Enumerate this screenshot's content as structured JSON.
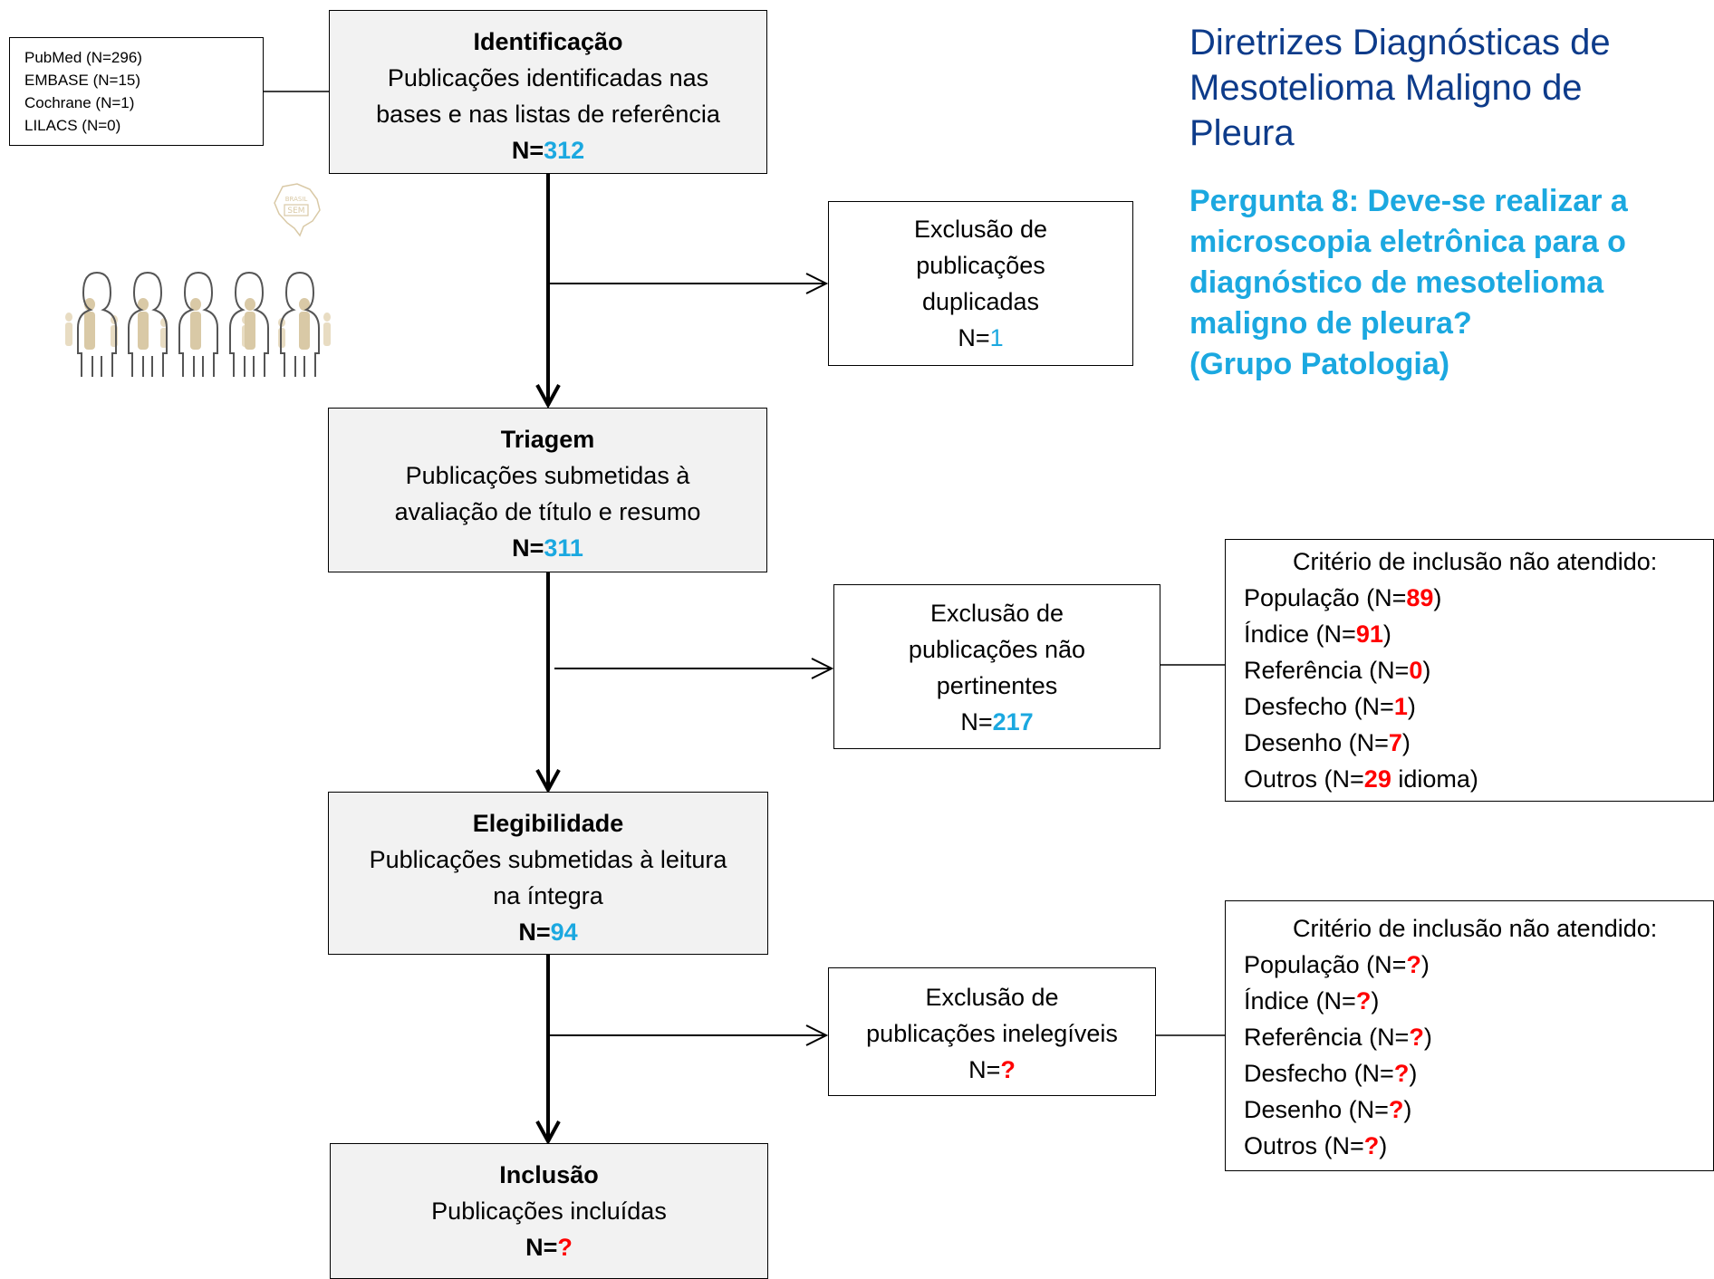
{
  "title": "Diretrizes Diagnósticas de Mesotelioma Maligno de Pleura",
  "question": [
    "Pergunta 8: Deve-se realizar a",
    "microscopia eletrônica para o",
    "diagnóstico de mesotelioma",
    "maligno de pleura?",
    "(Grupo Patologia)"
  ],
  "sources": [
    "PubMed (N=296)",
    "EMBASE (N=15)",
    "Cochrane (N=1)",
    "LILACS (N=0)"
  ],
  "stages": {
    "identificacao": {
      "heading": "Identificação",
      "lines": [
        "Publicações identificadas nas",
        "bases e nas listas de referência"
      ],
      "n_prefix": "N=",
      "n_value": "312"
    },
    "triagem": {
      "heading": "Triagem",
      "lines": [
        "Publicações submetidas à",
        "avaliação de título e resumo"
      ],
      "n_prefix": "N=",
      "n_value": "311"
    },
    "elegibilidade": {
      "heading": "Elegibilidade",
      "lines": [
        "Publicações submetidas à leitura",
        "na íntegra"
      ],
      "n_prefix": "N=",
      "n_value": "94"
    },
    "inclusao": {
      "heading": "Inclusão",
      "lines": [
        "Publicações incluídas"
      ],
      "n_prefix": "N=",
      "n_value": "?"
    }
  },
  "exclusions": {
    "duplicadas": {
      "lines": [
        "Exclusão de",
        "publicações",
        "duplicadas"
      ],
      "n_prefix": "N=",
      "n_value": "1"
    },
    "nao_pertinentes": {
      "lines": [
        "Exclusão de",
        "publicações não",
        "pertinentes"
      ],
      "n_prefix": "N=",
      "n_value": "217"
    },
    "inelegiveis": {
      "lines": [
        "Exclusão de",
        "publicações inelegíveis"
      ],
      "n_prefix": "N=",
      "n_value": "?"
    }
  },
  "criteria_1": {
    "heading": "Critério de inclusão não atendido:",
    "items": [
      {
        "label": "População (N=",
        "value": "89",
        "suffix": ")"
      },
      {
        "label": "Índice (N=",
        "value": "91",
        "suffix": ")"
      },
      {
        "label": "Referência (N=",
        "value": "0",
        "suffix": ")"
      },
      {
        "label": "Desfecho (N=",
        "value": "1",
        "suffix": ")"
      },
      {
        "label": "Desenho (N=",
        "value": "7",
        "suffix": ")"
      },
      {
        "label": "Outros (N=",
        "value": "29",
        "suffix": " idioma)"
      }
    ]
  },
  "criteria_2": {
    "heading": "Critério de inclusão não atendido:",
    "items": [
      {
        "label": "População (N=",
        "value": "?",
        "suffix": ")"
      },
      {
        "label": "Índice (N=",
        "value": "?",
        "suffix": ")"
      },
      {
        "label": "Referência (N=",
        "value": "?",
        "suffix": ")"
      },
      {
        "label": "Desfecho (N=",
        "value": "?",
        "suffix": ")"
      },
      {
        "label": "Desenho (N=",
        "value": "?",
        "suffix": ")"
      },
      {
        "label": "Outros (N=",
        "value": "?",
        "suffix": ")"
      }
    ]
  },
  "colors": {
    "title": "#0d3b8a",
    "accent_blue": "#1ba8e0",
    "accent_red": "#ff0000",
    "stage_fill": "#f2f2f2",
    "figure_tan": "#d9c9a6"
  },
  "icons": [
    "people-silhouettes-icon",
    "map-stamp-icon"
  ]
}
